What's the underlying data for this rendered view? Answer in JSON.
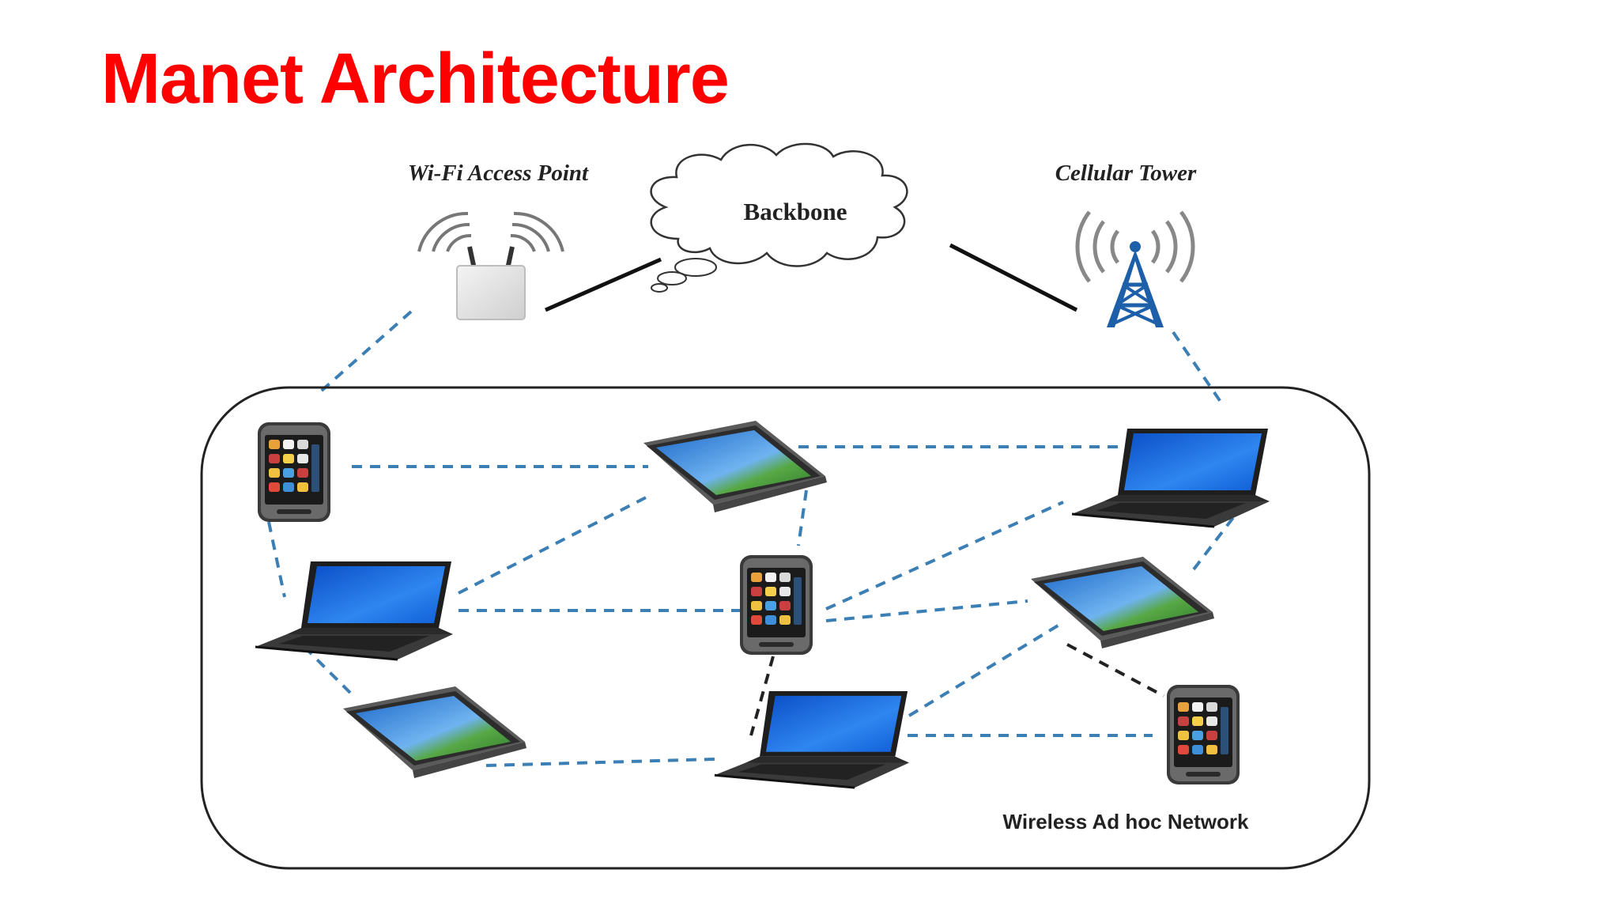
{
  "slide": {
    "title": "Manet Architecture"
  },
  "diagram": {
    "wifi_label": "Wi-Fi Access Point",
    "backbone_label": "Backbone",
    "tower_label": "Cellular Tower",
    "network_label": "Wireless Ad hoc Network"
  },
  "colors": {
    "title": "#ff0000",
    "wireless_link": "#3c7fb5",
    "wired_link": "#111111",
    "screen": "#1a6ad8"
  },
  "icons": [
    "wifi-router-icon",
    "cloud-icon",
    "cell-tower-icon",
    "smartphone-icon",
    "laptop-icon",
    "tablet-icon"
  ]
}
